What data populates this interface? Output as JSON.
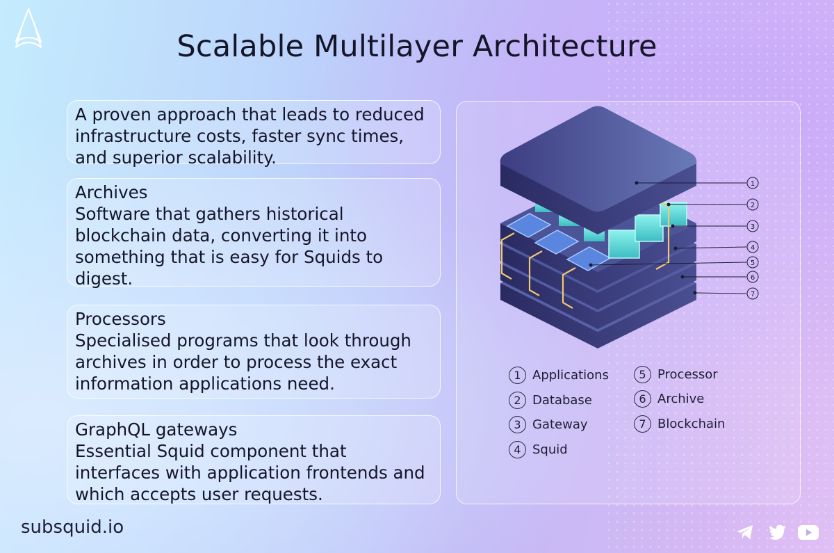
{
  "title": "Scalable Multilayer Architecture",
  "cards": [
    {
      "title": "",
      "text": "A proven approach that leads to reduced infrastructure costs, faster sync times, and superior scalability."
    },
    {
      "title": "Archives",
      "text": "Software that gathers historical blockchain data, converting it into something that is easy for Squids to digest."
    },
    {
      "title": "Processors",
      "text": "Specialised programs that look through archives in order to process the exact information applications need."
    },
    {
      "title": "GraphQL gateways",
      "text": "Essential Squid component that interfaces with application frontends and which accepts user requests."
    }
  ],
  "callouts": [
    "1",
    "2",
    "3",
    "4",
    "5",
    "6",
    "7"
  ],
  "legend": [
    {
      "num": "1",
      "label": "Applications"
    },
    {
      "num": "2",
      "label": "Database"
    },
    {
      "num": "3",
      "label": "Gateway"
    },
    {
      "num": "4",
      "label": "Squid"
    },
    {
      "num": "5",
      "label": "Processor"
    },
    {
      "num": "6",
      "label": "Archive"
    },
    {
      "num": "7",
      "label": "Blockchain"
    }
  ],
  "footer": {
    "brand": "subsquid.io"
  },
  "icons": [
    "logo-icon",
    "telegram-icon",
    "twitter-icon",
    "youtube-icon"
  ],
  "colors": {
    "slab_top": "#4a4a8e",
    "slab_side": "#2e2e66",
    "cube": "#5fe0d6",
    "chip": "#5b86e0",
    "wire": "#f0c870"
  }
}
